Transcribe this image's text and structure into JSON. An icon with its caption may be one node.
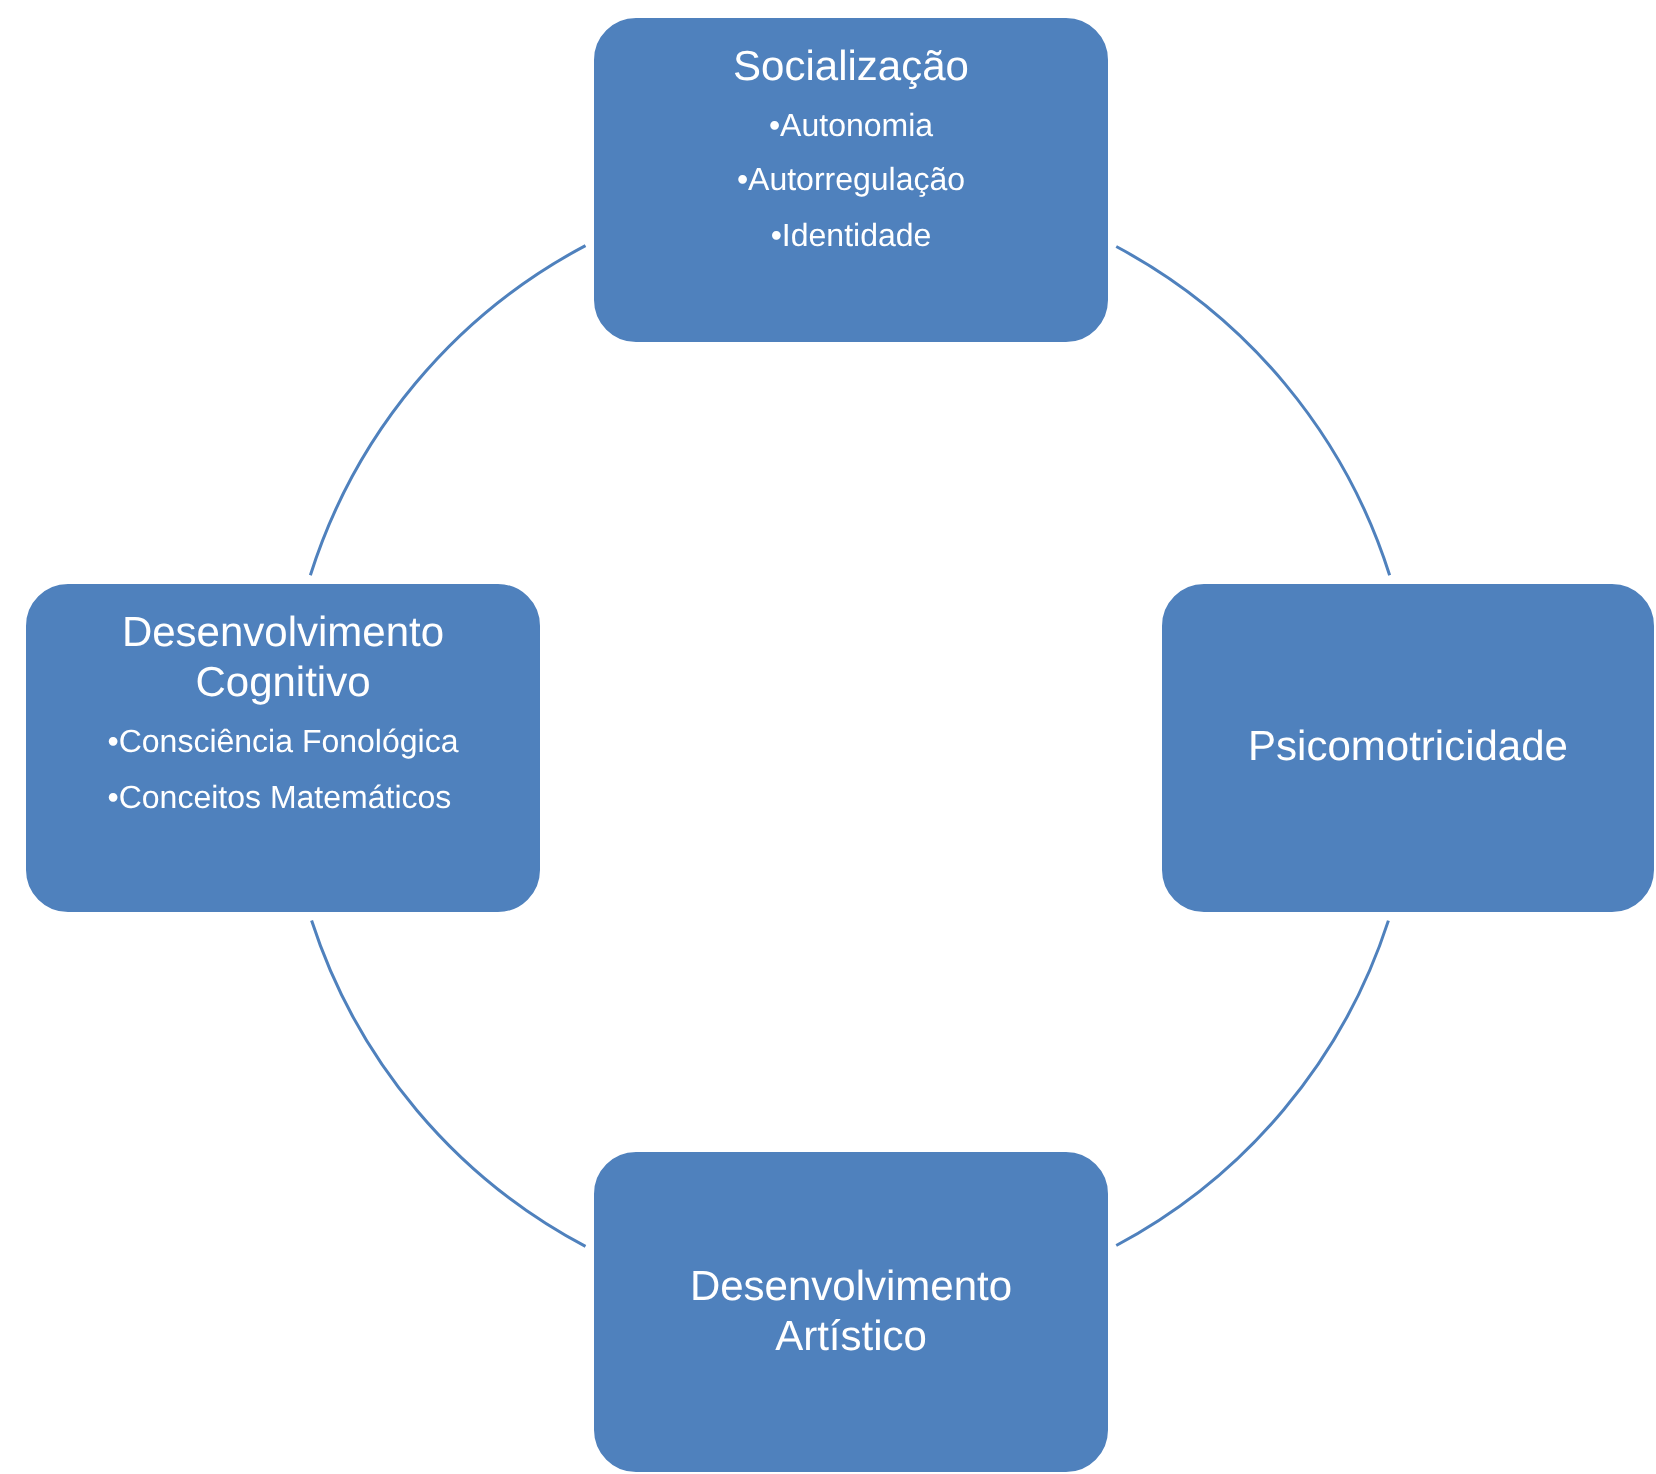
{
  "diagram": {
    "nodes": [
      {
        "text": [
          "Socialização",
          "•Autonomia",
          "•Autorregulação",
          "•Identidade"
        ]
      },
      {
        "text": [
          "Desenvolvimento Cognitivo",
          "•Consciência Fonológica",
          "•Conceitos Matemáticos"
        ]
      },
      {
        "text": [
          "Psicomotricidade"
        ]
      },
      {
        "text": [
          "Desenvolvimento Artístico"
        ]
      }
    ],
    "edges": [
      {
        "from": 0,
        "to": 2,
        "arrow": "none"
      },
      {
        "from": 2,
        "to": 3,
        "arrow": "none"
      },
      {
        "from": 3,
        "to": 1,
        "arrow": "none"
      },
      {
        "from": 1,
        "to": 0,
        "arrow": "none"
      }
    ]
  }
}
